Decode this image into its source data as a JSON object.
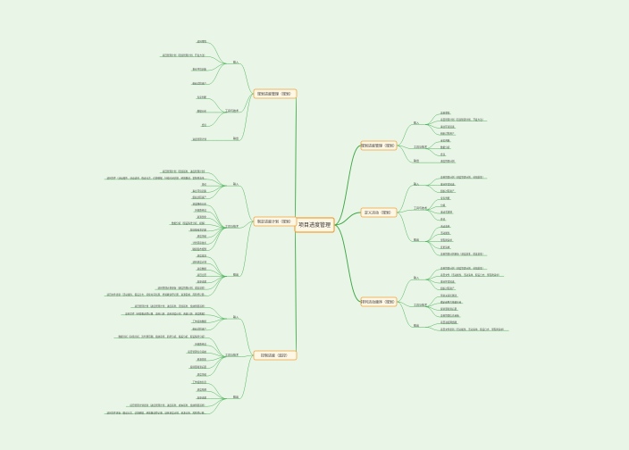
{
  "root": "项目进度管理",
  "colors": {
    "background": "#e9f5e6",
    "link": "#3aa544",
    "node_fill": "#fff7e6",
    "node_border": "#f0a23a"
  },
  "left": [
    {
      "title": "规划进度管理（规划）",
      "groups": [
        {
          "label": "输入",
          "items": [
            "项目章程",
            "项目管理计划（范围管理计划、开发方法）",
            "事业环境因素",
            "组织过程资产"
          ]
        },
        {
          "label": "工具与技术",
          "items": [
            "专家判断",
            "数据分析",
            "会议"
          ]
        },
        {
          "label": "输出",
          "items": [
            "进度管理计划"
          ]
        }
      ]
    },
    {
      "title": "制定进度计划（规划）",
      "groups": [
        {
          "label": "输入",
          "items": [
            "项目管理计划（范围基准、进度管理计划）",
            "项目文件（活动属性、活动清单、假设日志、估算依据、持续时间估算、经验教训、里程碑清单、项目进度网络图、项目团队派工单、资源日历、资源需求、风险登记册）",
            "协议",
            "事业环境因素",
            "组织过程资产"
          ]
        },
        {
          "label": "工具与技术",
          "items": [
            "进度网络分析",
            "关键路径法",
            "资源优化",
            "数据分析（假设情景分析、模拟）",
            "提前量和滞后量",
            "进度压缩",
            "计划评审技术",
            "敏捷发布规划"
          ]
        },
        {
          "label": "输出",
          "items": [
            "进度基准",
            "项目进度计划",
            "进度数据",
            "项目日历",
            "变更请求",
            "项目管理计划更新（进度管理计划、成本基准）",
            "项目文件更新（活动属性、假设日志、持续时间估算、经验教训登记册、资源需求、风险登记册）"
          ]
        }
      ]
    },
    {
      "title": "控制进度（监控）",
      "groups": [
        {
          "label": "输入",
          "items": [
            "项目管理计划（进度管理计划、进度基准、范围基准、绩效测量基准）",
            "项目文件（经验教训登记册、项目日历、项目进度计划、资源日历、进度数据）",
            "工作绩效数据",
            "组织过程资产"
          ]
        },
        {
          "label": "工具与技术",
          "items": [
            "数据分析（挣值分析、迭代燃尽图、绩效审查、趋势分析、偏差分析、假设情景分析）",
            "关键路径法",
            "项目管理信息系统",
            "资源优化",
            "提前量和滞后量",
            "进度压缩"
          ]
        },
        {
          "label": "输出",
          "items": [
            "工作绩效信息",
            "进度预测",
            "变更请求",
            "项目管理计划更新（进度管理计划、进度基准、成本基准、绩效测量基准）",
            "项目文件更新（假设日志、估算依据、经验教训登记册、项目进度计划、资源日历、风险登记册、进度数据）"
          ]
        }
      ]
    }
  ],
  "right": [
    {
      "title": "规划进度管理（规划）",
      "groups": [
        {
          "label": "输入",
          "items": [
            "项目章程",
            "项目管理计划（范围管理计划、开发方法）",
            "事业环境因素",
            "组织过程资产"
          ]
        },
        {
          "label": "工具与技术",
          "items": [
            "专家判断",
            "数据分析",
            "会议"
          ]
        },
        {
          "label": "输出",
          "items": [
            "进度管理计划"
          ]
        }
      ]
    },
    {
      "title": "定义活动（规划）",
      "groups": [
        {
          "label": "输入",
          "items": [
            "项目管理计划（进度管理计划、范围基准）",
            "事业环境因素",
            "组织过程资产"
          ]
        },
        {
          "label": "工具与技术",
          "items": [
            "专家判断",
            "分解",
            "滚动式规划",
            "会议"
          ]
        },
        {
          "label": "输出",
          "items": [
            "活动清单",
            "活动属性",
            "里程碑清单",
            "变更请求",
            "项目管理计划更新（进度基准、成本基准）"
          ]
        }
      ]
    },
    {
      "title": "排列活动顺序（规划）",
      "groups": [
        {
          "label": "输入",
          "items": [
            "项目管理计划（进度管理计划、范围基准）",
            "项目文件（活动属性、活动清单、假设日志、里程碑清单）",
            "事业环境因素",
            "组织过程资产"
          ]
        },
        {
          "label": "工具与技术",
          "items": [
            "紧前关系绘图法",
            "确定和整合依赖关系",
            "提前量和滞后量",
            "项目管理信息系统"
          ]
        },
        {
          "label": "输出",
          "items": [
            "项目进度网络图",
            "项目文件更新（活动属性、活动清单、假设日志、里程碑清单）"
          ]
        }
      ]
    }
  ]
}
